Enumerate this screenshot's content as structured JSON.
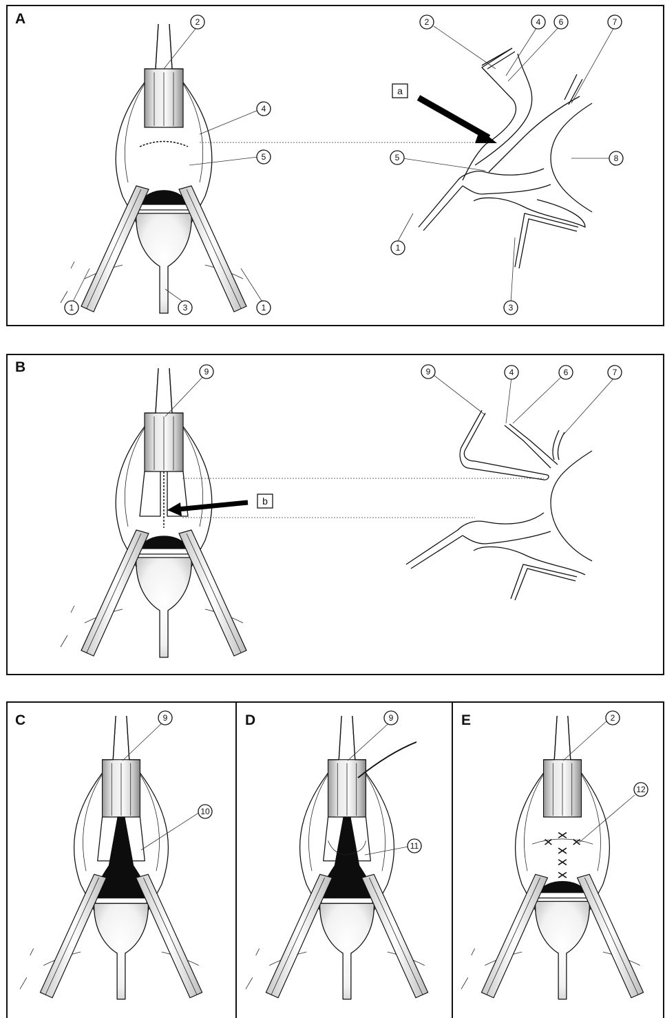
{
  "panels": {
    "A": {
      "letter": "A",
      "front_labels": [
        "2",
        "4",
        "5",
        "1",
        "3",
        "1"
      ],
      "side_labels": [
        "2",
        "4",
        "6",
        "7",
        "5",
        "8",
        "1",
        "3"
      ],
      "arrow_label": "a"
    },
    "B": {
      "letter": "B",
      "front_labels": [
        "9"
      ],
      "side_labels": [
        "9",
        "4",
        "6",
        "7"
      ],
      "arrow_label": "b"
    },
    "C": {
      "letter": "C",
      "labels": [
        "9",
        "10"
      ]
    },
    "D": {
      "letter": "D",
      "labels": [
        "9",
        "11"
      ]
    },
    "E": {
      "letter": "E",
      "labels": [
        "2",
        "12"
      ]
    }
  }
}
